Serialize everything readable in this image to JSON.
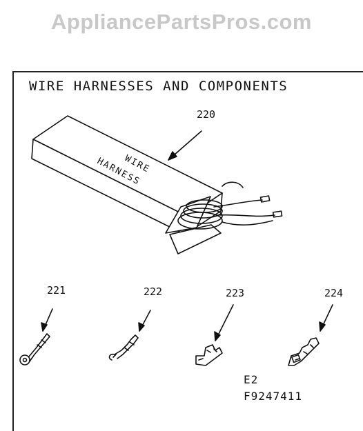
{
  "watermark": "AppliancePartsPros.com",
  "title": "WIRE HARNESSES AND COMPONENTS",
  "box_text": {
    "line1": "WIRE",
    "line2": "HARNESS"
  },
  "parts": [
    {
      "number": "220",
      "icon": "wire-harness-box"
    },
    {
      "number": "221",
      "icon": "ring-terminal"
    },
    {
      "number": "222",
      "icon": "hook-terminal"
    },
    {
      "number": "223",
      "icon": "spade-terminal"
    },
    {
      "number": "224",
      "icon": "quick-connect-terminal"
    }
  ],
  "codes": {
    "line1": "E2",
    "line2": "F9247411"
  }
}
